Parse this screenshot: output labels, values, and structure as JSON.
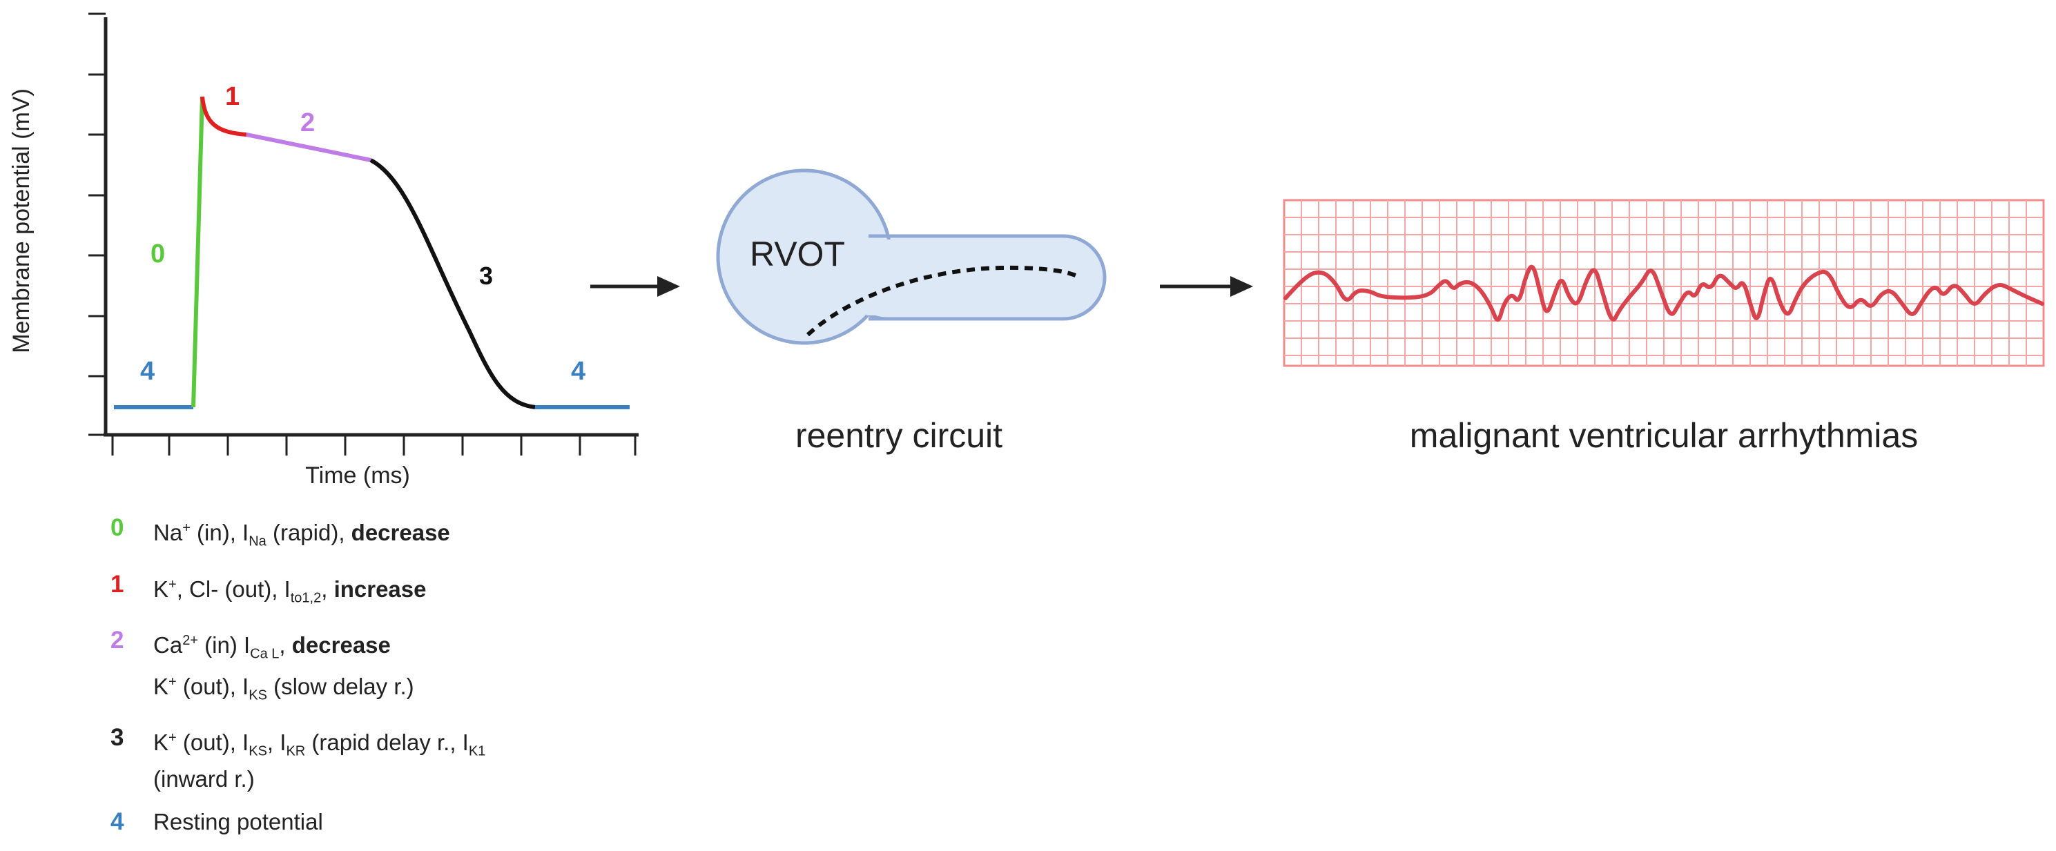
{
  "action_potential": {
    "y_axis_label": "Membrane potential (mV)",
    "x_axis_label": "Time (ms)",
    "phase_labels": {
      "p0": "0",
      "p1": "1",
      "p2": "2",
      "p3": "3",
      "p4_left": "4",
      "p4_right": "4"
    }
  },
  "reentry": {
    "region_label": "RVOT",
    "caption": "reentry circuit"
  },
  "ecg": {
    "caption": "malignant ventricular arrhythmias"
  },
  "legend": [
    {
      "num": "0",
      "color": "#5ac83c",
      "lines": [
        [
          "Na",
          "+",
          " (in), I",
          "Na",
          " (rapid), ",
          "decrease"
        ]
      ]
    },
    {
      "num": "1",
      "color": "#e02020",
      "lines": [
        [
          "K",
          "+",
          ", Cl",
          "-",
          " (out), I",
          "to1,2",
          ",  ",
          "increase"
        ]
      ]
    },
    {
      "num": "2",
      "color": "#c07ce6",
      "lines": [
        [
          "Ca",
          "2+",
          " (in) I",
          "Ca L",
          ",  ",
          "decrease"
        ],
        [
          "K",
          "+",
          " (out), I",
          "KS",
          " (slow delay r.)"
        ]
      ]
    },
    {
      "num": "3",
      "color": "#222222",
      "lines": [
        [
          "K",
          "+",
          " (out), I",
          "KS",
          ", I",
          "KR",
          " (rapid delay r., I",
          "K1"
        ],
        [
          "(inward r.)"
        ]
      ]
    },
    {
      "num": "4",
      "color": "#3a7fc0",
      "lines": [
        [
          "Resting potential"
        ]
      ]
    }
  ],
  "colors": {
    "phase0": "#5ac83c",
    "phase1": "#e02020",
    "phase2": "#c07ce6",
    "phase3": "#111111",
    "phase4": "#3a7fc0",
    "circuit_fill": "#dde8f6",
    "circuit_stroke": "#8fa8d4",
    "ecg_line": "#d8434d",
    "ecg_grid": "#f08c8c"
  }
}
